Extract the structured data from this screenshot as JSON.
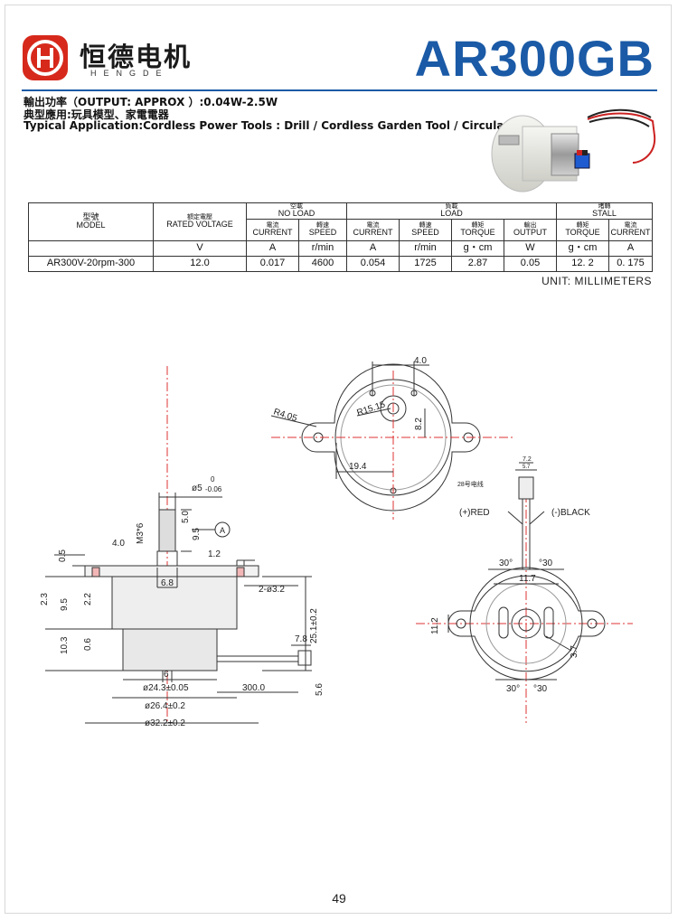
{
  "header": {
    "brand_cn": "恒德电机",
    "brand_en": "HENGDE",
    "model_title": "AR300GB",
    "brand_color": "#d6291c",
    "title_color": "#1a5aa6"
  },
  "specs": {
    "output": "輸出功率（OUTPUT: APPROX ）:0.04W-2.5W",
    "application_cn": "典型應用:玩具模型、家電電器",
    "application_en": "Typical Application:Cordless Power Tools : Drill / Cordless Garden Tool / Circular Saw"
  },
  "table": {
    "group_no_load_cn": "空載",
    "group_no_load_en": "NO LOAD",
    "group_load_cn": "負載",
    "group_load_en": "LOAD",
    "group_stall_cn": "堵轉",
    "group_stall_en": "STALL",
    "model_cn": "型號",
    "model_en": "MODEL",
    "rated_voltage_cn": "額定電壓",
    "rated_voltage_en": "RATED VOLTAGE",
    "current_cn": "電流",
    "current_en": "CURRENT",
    "speed_cn": "轉速",
    "speed_en": "SPEED",
    "torque_cn": "轉矩",
    "torque_en": "TORQUE",
    "output_cn": "輸出",
    "output_en": "OUTPUT",
    "units": [
      "V",
      "A",
      "r/min",
      "A",
      "r/min",
      "g・cm",
      "W",
      "g・cm",
      "A"
    ],
    "row": [
      "AR300V-20rpm-300",
      "12.0",
      "0.017",
      "4600",
      "0.054",
      "1725",
      "2.87",
      "0.05",
      "12. 2",
      "0. 175"
    ]
  },
  "unit_note": "UNIT: MILLIMETERS",
  "drawing": {
    "dim_4_0_top": "4.0",
    "dim_r4_05": "R4.05",
    "dim_r15_15": "R15.15",
    "dim_8_2": "8.2",
    "dim_19_4": "19.4",
    "dim_shaft_dia": "ø5",
    "dim_shaft_tol_up": "0",
    "dim_shaft_tol_dn": "-0.06",
    "dim_m3": "M3*6",
    "dim_5_0": "5.0",
    "dim_9_5_shaft": "9.5",
    "callout_a": "A",
    "dim_4_0_left": "4.0",
    "dim_0_5": "0.5",
    "dim_1_2": "1.2",
    "dim_6_8": "6.8",
    "dim_holes": "2-ø3.2",
    "dim_2_3": "2.3",
    "dim_9_5": "9.5",
    "dim_2_2": "2.2",
    "dim_25_1": "25.1±0.2",
    "dim_10_3": "10.3",
    "dim_0_6": "0.6",
    "dim_7_8": "7.8",
    "dim_6": "6",
    "dim_24_3": "ø24.3±0.05",
    "dim_300": "300.0",
    "dim_5_6": "5.6",
    "dim_26_4": "ø26.4±0.2",
    "dim_32_2": "ø32.2±0.2",
    "wire_note": "28号电线",
    "dim_7_2": "7.2",
    "dim_5_7": "5.7",
    "label_red": "(+)RED",
    "label_black": "(-)BLACK",
    "dim_30_a": "30°",
    "dim_30_b": "°30",
    "dim_11_7": "11.7",
    "dim_11_2": "11.2",
    "dim_3_7": "3.7",
    "dim_30_c": "30°",
    "dim_30_d": "°30"
  },
  "page_number": "49"
}
